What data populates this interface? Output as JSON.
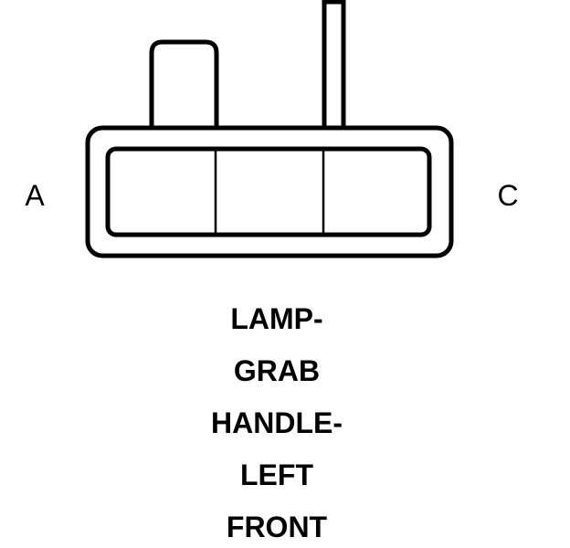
{
  "connector": {
    "pin_left_label": "A",
    "pin_right_label": "C",
    "cavity_count": 3
  },
  "title_lines": [
    "LAMP-",
    "GRAB",
    "HANDLE-",
    "LEFT",
    "FRONT"
  ],
  "colors": {
    "stroke": "#000000",
    "background": "#ffffff"
  }
}
